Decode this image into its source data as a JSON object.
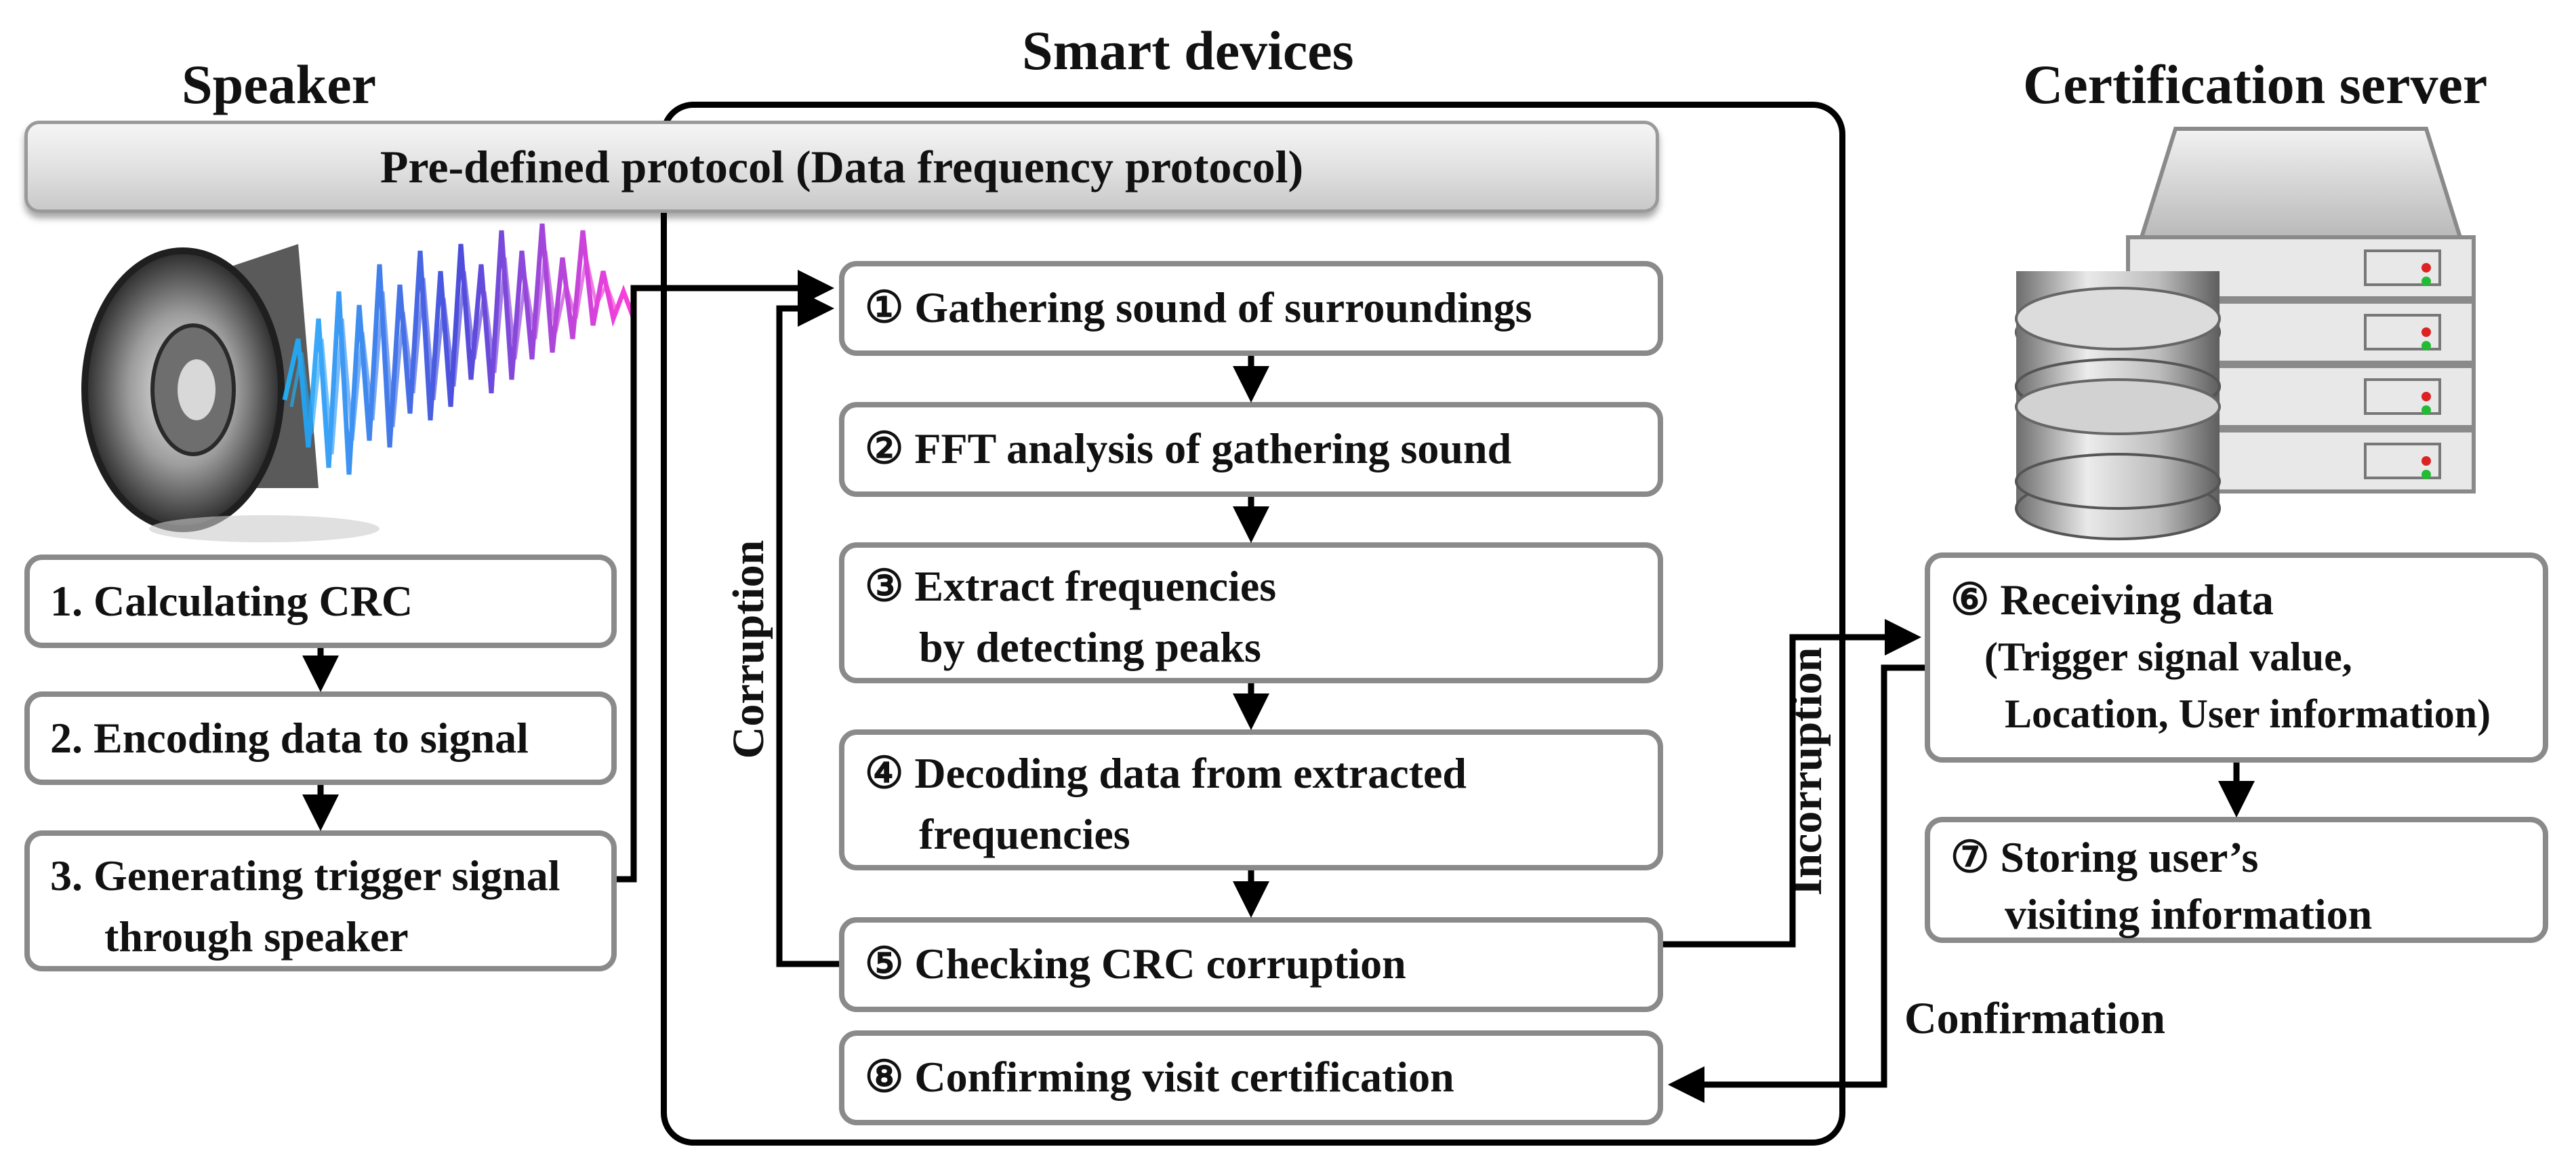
{
  "titles": {
    "speaker": "Speaker",
    "smart_devices": "Smart devices",
    "certification_server": "Certification server"
  },
  "protocol_bar": "Pre-defined protocol (Data frequency protocol)",
  "speaker_steps": [
    {
      "lines": [
        "1. Calculating CRC"
      ]
    },
    {
      "lines": [
        "2. Encoding data to signal"
      ]
    },
    {
      "lines": [
        "3. Generating trigger signal",
        "through speaker"
      ]
    }
  ],
  "device_steps": [
    {
      "lines": [
        "① Gathering sound of surroundings"
      ]
    },
    {
      "lines": [
        "② FFT analysis of gathering sound"
      ]
    },
    {
      "lines": [
        "③ Extract frequencies",
        "by detecting peaks"
      ]
    },
    {
      "lines": [
        "④ Decoding data from extracted",
        "frequencies"
      ]
    },
    {
      "lines": [
        "⑤ Checking CRC corruption"
      ]
    },
    {
      "lines": [
        "⑧ Confirming visit certification"
      ]
    }
  ],
  "server_steps": [
    {
      "lines": [
        "⑥ Receiving data",
        "(Trigger signal value,",
        "Location, User information)"
      ]
    },
    {
      "lines": [
        "⑦ Storing user’s",
        "visiting information"
      ]
    }
  ],
  "edge_labels": {
    "corruption": "Corruption",
    "incorruption": "Incorruption",
    "confirmation": "Confirmation"
  },
  "icons": [
    "speaker-icon",
    "sound-wave-icon",
    "server-rack-icon",
    "database-icon"
  ],
  "colors": {
    "box_border": "#8a8a8a",
    "frame": "#000000",
    "wave_start": "#1fb6ff",
    "wave_mid": "#3a3ad8",
    "wave_end": "#ff2bd6"
  }
}
